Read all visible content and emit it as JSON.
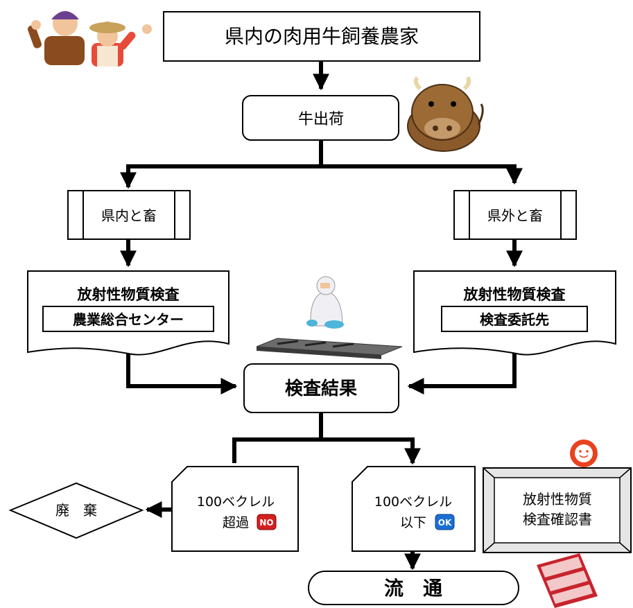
{
  "title_box": "県内の肉用牛飼養農家",
  "shipment": "牛出荷",
  "slaughter_in": "県内と畜",
  "slaughter_out": "県外と畜",
  "inspection_left": {
    "title": "放射性物質検査",
    "sub": "農業総合センター"
  },
  "inspection_right": {
    "title": "放射性物質検査",
    "sub": "検査委託先"
  },
  "result": "検査結果",
  "over": {
    "line1": "100ベクレル",
    "line2": "超過",
    "badge": "NO",
    "badge_color": "#d42020"
  },
  "under": {
    "line1": "100ベクレル",
    "line2": "以下",
    "badge": "OK",
    "badge_color": "#1a6fd6"
  },
  "dispose": "廃　棄",
  "distribution": "流　通",
  "certificate": {
    "line1": "放射性物質",
    "line2": "検査確認書"
  },
  "icons": [
    "farmers-icon",
    "cow-icon",
    "inspector-icon",
    "smiley-flower-icon",
    "beef-icon"
  ]
}
